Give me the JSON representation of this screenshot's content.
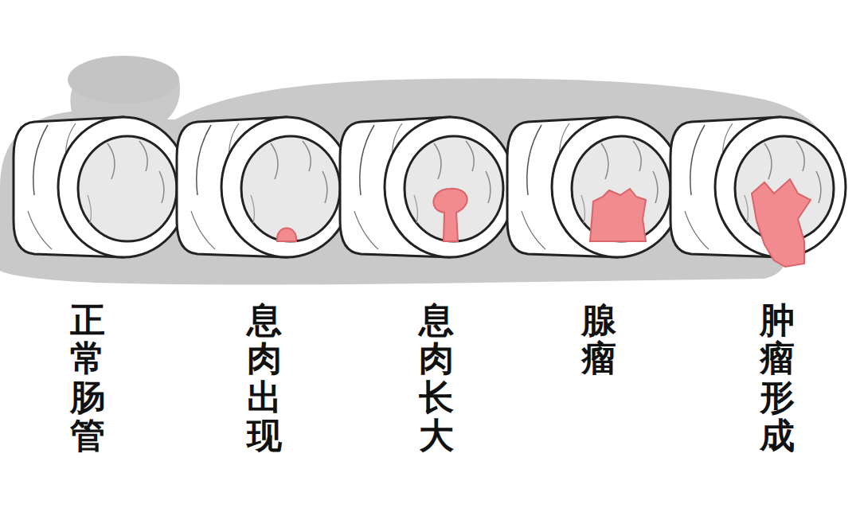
{
  "diagram": {
    "labels": [
      "正常肠管",
      "息肉出现",
      "息肉长大",
      "腺瘤",
      "肿瘤形成"
    ]
  }
}
